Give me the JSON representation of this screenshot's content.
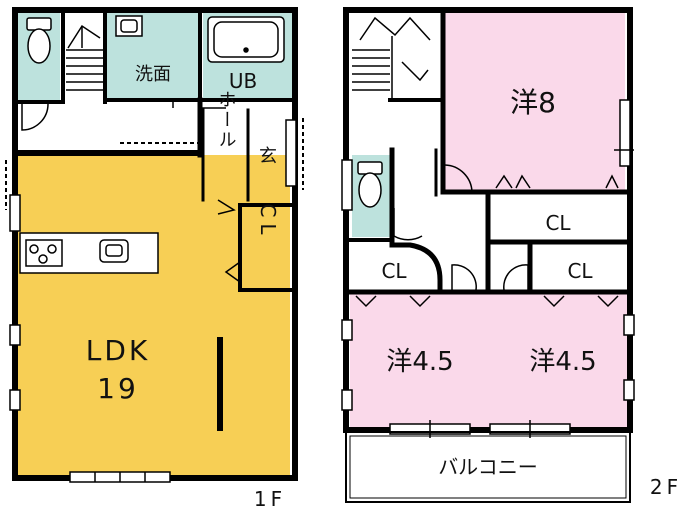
{
  "floor1": {
    "label": "1F",
    "rooms": {
      "ldk": "LDK",
      "ldk_size": "19",
      "washroom": "洗面",
      "bath": "UB",
      "hall": "ホール",
      "entrance": "玄",
      "closet": "CL"
    }
  },
  "floor2": {
    "label": "2F",
    "rooms": {
      "western_large": "洋8",
      "western_left": "洋4.5",
      "western_right": "洋4.5",
      "closet_top": "CL",
      "closet_left": "CL",
      "closet_right": "CL",
      "balcony": "バルコニー"
    }
  },
  "colors": {
    "ldk_fill": "#f7cf55",
    "bedroom_fill": "#fad9ea",
    "wet_fill": "#bde2dd",
    "wall": "#000000"
  }
}
